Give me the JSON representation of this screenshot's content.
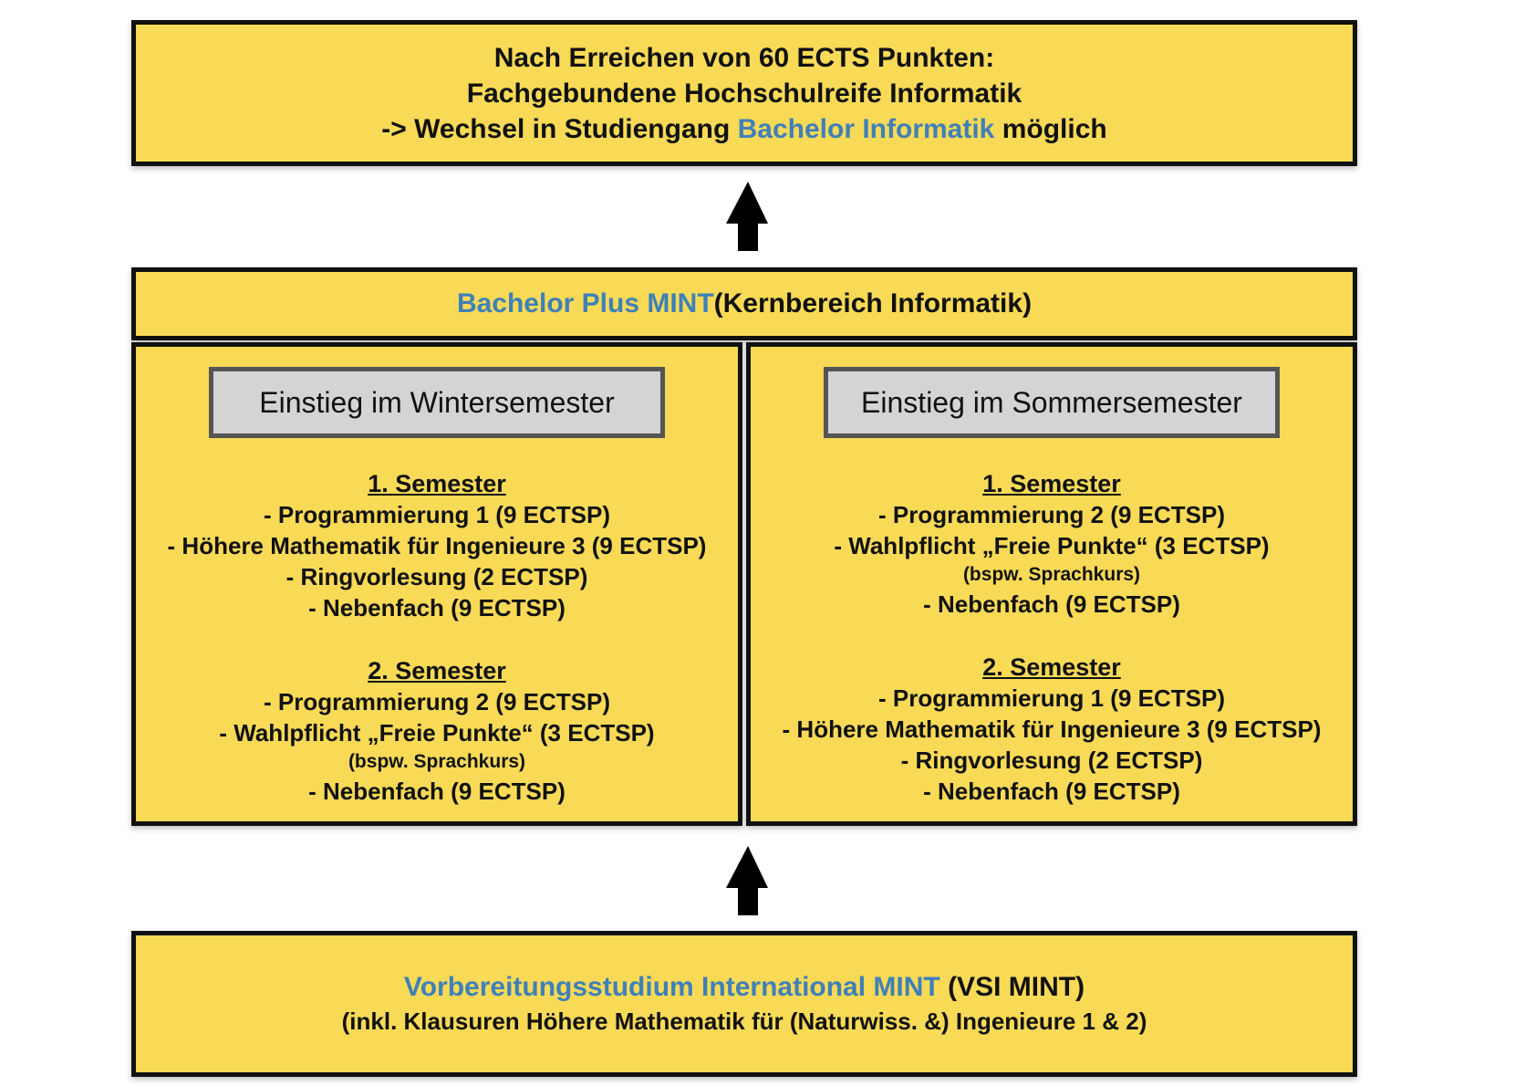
{
  "top_box": {
    "line1": "Nach Erreichen von 60 ECTS Punkten:",
    "line2": "Fachgebundene Hochschulreife Informatik",
    "line3_prefix": "-> Wechsel in Studiengang ",
    "line3_highlight": "Bachelor Informatik",
    "line3_suffix": " möglich"
  },
  "middle_box": {
    "title_highlight": "Bachelor Plus MINT",
    "title_suffix": " (Kernbereich Informatik)",
    "left": {
      "label": "Einstieg im Wintersemester",
      "sem1": {
        "heading": "1. Semester",
        "items": [
          "- Programmierung 1 (9 ECTSP)",
          "- Höhere Mathematik für Ingenieure 3 (9 ECTSP)",
          "- Ringvorlesung (2 ECTSP)",
          "- Nebenfach (9 ECTSP)"
        ]
      },
      "sem2": {
        "heading": "2. Semester",
        "items": [
          "- Programmierung 2 (9 ECTSP)",
          "- Wahlpflicht „Freie Punkte“ (3 ECTSP)",
          "(bspw. Sprachkurs)",
          "- Nebenfach (9 ECTSP)"
        ]
      }
    },
    "right": {
      "label": "Einstieg im Sommersemester",
      "sem1": {
        "heading": "1. Semester",
        "items": [
          "- Programmierung 2 (9 ECTSP)",
          "- Wahlpflicht „Freie Punkte“ (3 ECTSP)",
          "(bspw. Sprachkurs)",
          "- Nebenfach (9 ECTSP)"
        ]
      },
      "sem2": {
        "heading": "2. Semester",
        "items": [
          "- Programmierung 1 (9 ECTSP)",
          "- Höhere Mathematik für Ingenieure 3 (9 ECTSP)",
          "- Ringvorlesung (2 ECTSP)",
          "- Nebenfach (9 ECTSP)"
        ]
      }
    }
  },
  "bottom_box": {
    "line1_highlight": "Vorbereitungsstudium International MINT",
    "line1_suffix": " (VSI MINT)",
    "line2": "(inkl. Klausuren Höhere Mathematik für (Naturwiss. &) Ingenieure 1 & 2)"
  },
  "colors": {
    "box_fill": "#f8da57",
    "accent_text": "#3f80b8",
    "label_fill": "#d4d4d4"
  }
}
